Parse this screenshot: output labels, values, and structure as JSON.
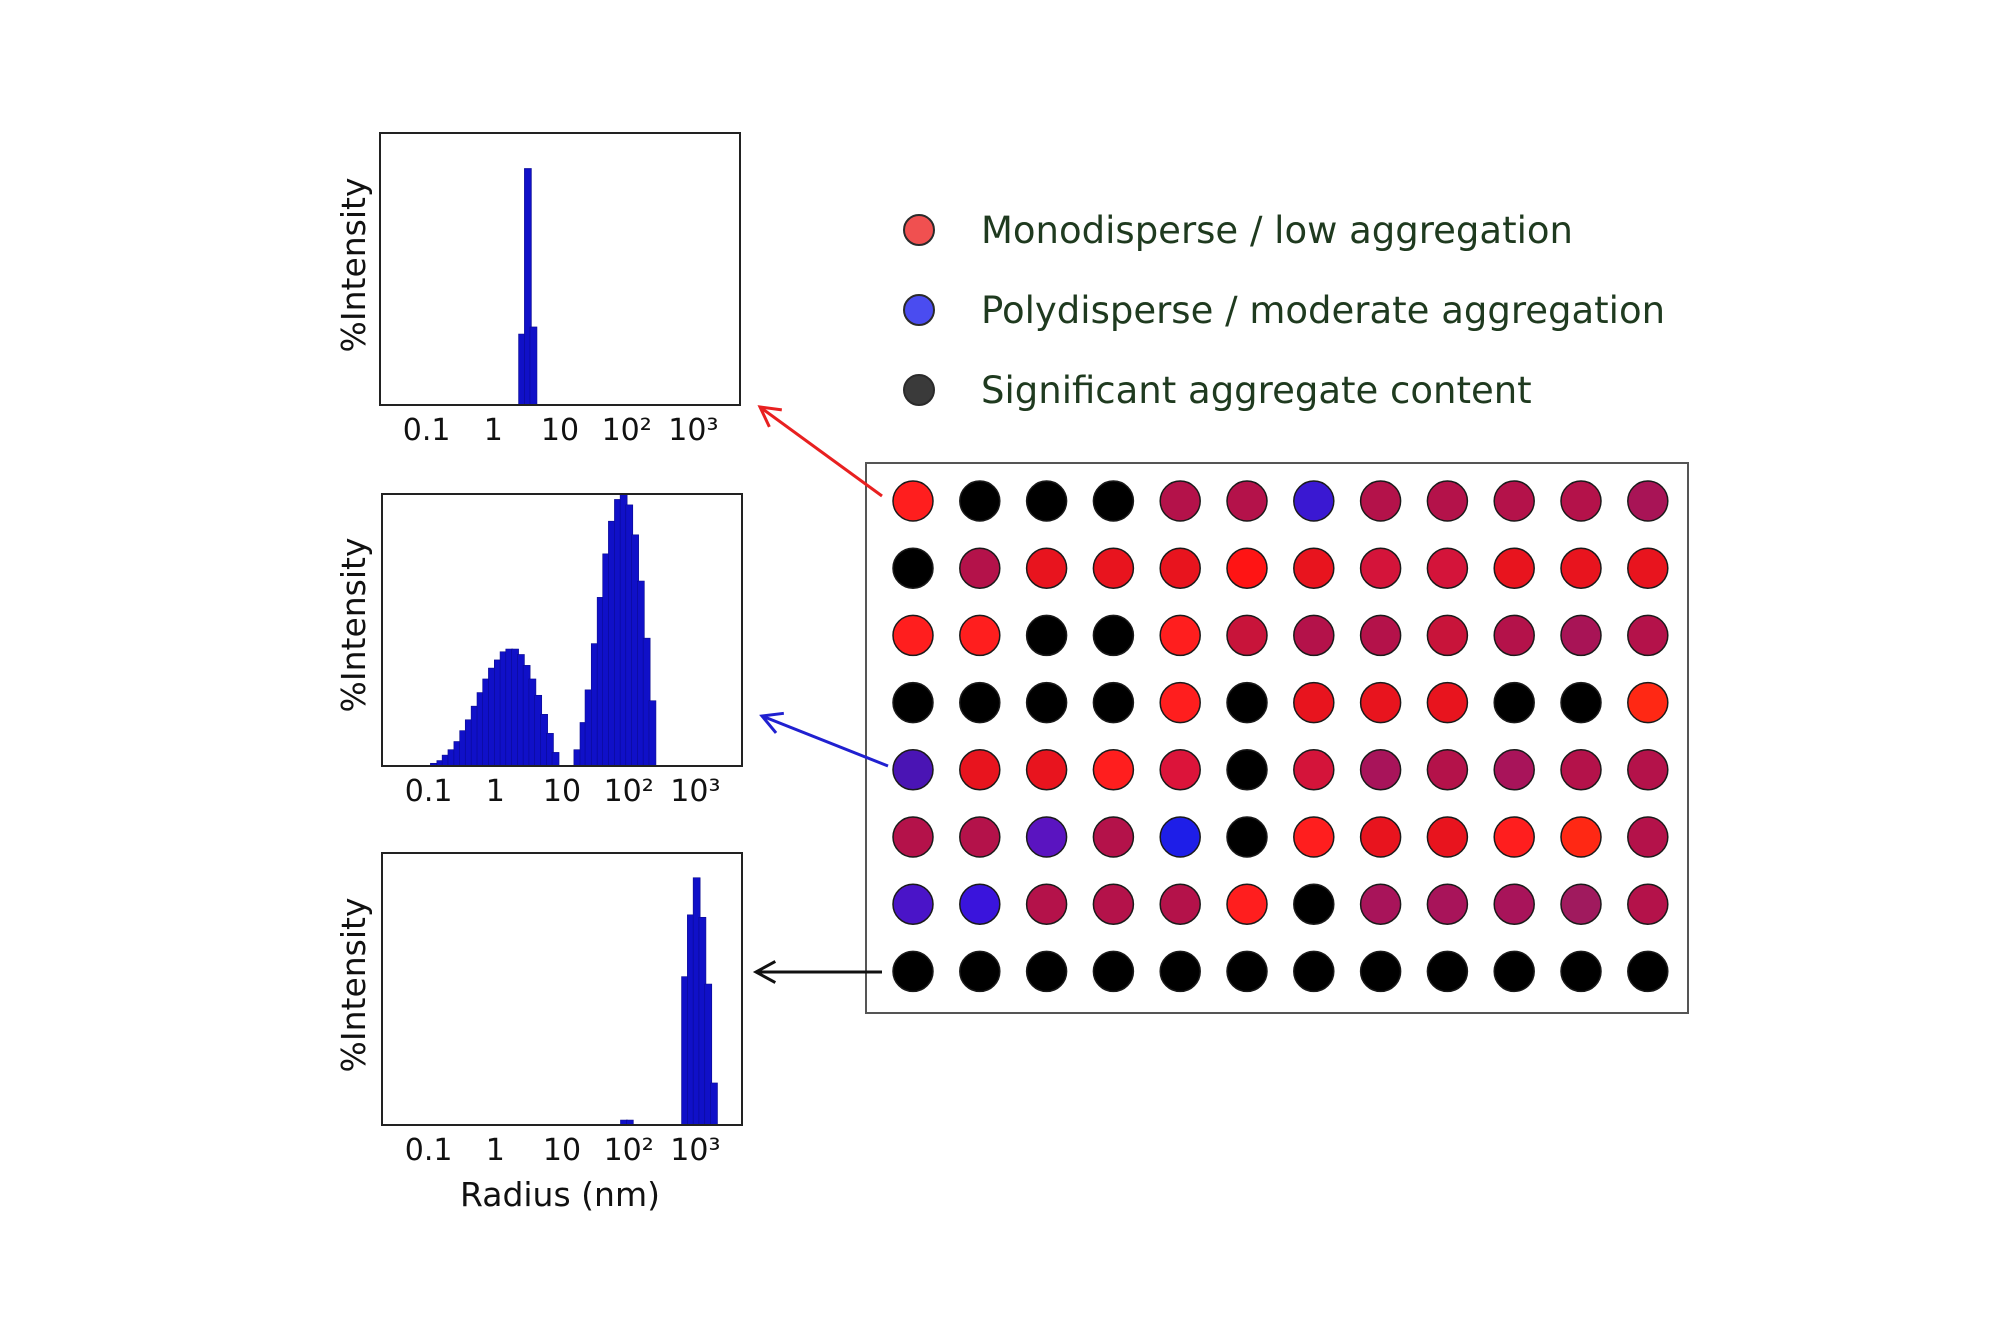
{
  "legend": {
    "mono": {
      "label": "Monodisperse / low aggregation",
      "color": "#f05050"
    },
    "poly": {
      "label": "Polydisperse / moderate aggregation",
      "color": "#4a4cf0"
    },
    "agg": {
      "label": "Significant aggregate content",
      "color": "#3a3a3a"
    }
  },
  "chart_data": [
    {
      "type": "bar",
      "ylabel": "%Intensity",
      "xlabel": "",
      "x_scale": "log",
      "xlim": [
        0.02,
        5000
      ],
      "xticks": [
        "0.1",
        "1",
        "10",
        "10²",
        "10³"
      ],
      "x_tick_values": [
        0.1,
        1,
        10,
        100,
        1000
      ],
      "bars": [
        {
          "x": 2.7,
          "value": 30
        },
        {
          "x": 3.3,
          "value": 100
        },
        {
          "x": 4.0,
          "value": 33
        }
      ],
      "ylim": [
        0,
        115
      ],
      "color": "#1010c8"
    },
    {
      "type": "bar",
      "ylabel": "%Intensity",
      "xlabel": "",
      "x_scale": "log",
      "xlim": [
        0.02,
        5000
      ],
      "xticks": [
        "0.1",
        "1",
        "10",
        "10²",
        "10³"
      ],
      "x_tick_values": [
        0.1,
        1,
        10,
        100,
        1000
      ],
      "bars": [
        {
          "x": 0.12,
          "value": 1
        },
        {
          "x": 0.15,
          "value": 2
        },
        {
          "x": 0.18,
          "value": 4
        },
        {
          "x": 0.22,
          "value": 6
        },
        {
          "x": 0.27,
          "value": 9
        },
        {
          "x": 0.33,
          "value": 13
        },
        {
          "x": 0.4,
          "value": 17
        },
        {
          "x": 0.49,
          "value": 22
        },
        {
          "x": 0.6,
          "value": 27
        },
        {
          "x": 0.73,
          "value": 32
        },
        {
          "x": 0.89,
          "value": 36
        },
        {
          "x": 1.09,
          "value": 39
        },
        {
          "x": 1.33,
          "value": 42
        },
        {
          "x": 1.62,
          "value": 43
        },
        {
          "x": 1.98,
          "value": 43
        },
        {
          "x": 2.42,
          "value": 41
        },
        {
          "x": 2.95,
          "value": 37
        },
        {
          "x": 3.6,
          "value": 32
        },
        {
          "x": 4.4,
          "value": 26
        },
        {
          "x": 5.4,
          "value": 19
        },
        {
          "x": 6.6,
          "value": 12
        },
        {
          "x": 8.0,
          "value": 5
        },
        {
          "x": 17,
          "value": 6
        },
        {
          "x": 21,
          "value": 16
        },
        {
          "x": 25,
          "value": 28
        },
        {
          "x": 31,
          "value": 45
        },
        {
          "x": 38,
          "value": 62
        },
        {
          "x": 46,
          "value": 78
        },
        {
          "x": 56,
          "value": 90
        },
        {
          "x": 69,
          "value": 98
        },
        {
          "x": 84,
          "value": 100
        },
        {
          "x": 102,
          "value": 96
        },
        {
          "x": 125,
          "value": 85
        },
        {
          "x": 152,
          "value": 68
        },
        {
          "x": 186,
          "value": 47
        },
        {
          "x": 227,
          "value": 24
        }
      ],
      "ylim": [
        0,
        100
      ],
      "color": "#1010c8"
    },
    {
      "type": "bar",
      "ylabel": "%Intensity",
      "xlabel": "Radius (nm)",
      "x_scale": "log",
      "xlim": [
        0.02,
        5000
      ],
      "xticks": [
        "0.1",
        "1",
        "10",
        "10²",
        "10³"
      ],
      "x_tick_values": [
        0.1,
        1,
        10,
        100,
        1000
      ],
      "bars": [
        {
          "x": 85,
          "value": 2
        },
        {
          "x": 104,
          "value": 2
        },
        {
          "x": 700,
          "value": 60
        },
        {
          "x": 855,
          "value": 85
        },
        {
          "x": 1045,
          "value": 100
        },
        {
          "x": 1275,
          "value": 84
        },
        {
          "x": 1560,
          "value": 57
        },
        {
          "x": 1900,
          "value": 17
        }
      ],
      "ylim": [
        0,
        110
      ],
      "color": "#1010c8"
    }
  ],
  "plate": {
    "rows": 8,
    "cols": 12,
    "wells": [
      [
        "#ff1e1e",
        "#000000",
        "#000000",
        "#000000",
        "#b4124a",
        "#b4124a",
        "#3a18d2",
        "#b4124a",
        "#b4124a",
        "#b4124a",
        "#b4124a",
        "#a81456"
      ],
      [
        "#000000",
        "#b4124a",
        "#e8141e",
        "#e8141e",
        "#e8141e",
        "#ff1414",
        "#e8141e",
        "#d4143a",
        "#d4143a",
        "#e8141e",
        "#e8141e",
        "#e8141e"
      ],
      [
        "#ff1e1e",
        "#ff1e1e",
        "#000000",
        "#000000",
        "#ff1e1e",
        "#c8143a",
        "#b4124a",
        "#b4124a",
        "#c8143a",
        "#b4124a",
        "#a81456",
        "#b4124a"
      ],
      [
        "#000000",
        "#000000",
        "#000000",
        "#000000",
        "#ff1e1e",
        "#000000",
        "#e8141e",
        "#e8141e",
        "#e8141e",
        "#000000",
        "#000000",
        "#ff2814"
      ],
      [
        "#4a14b4",
        "#e8141e",
        "#e8141e",
        "#ff1e1e",
        "#dc143a",
        "#000000",
        "#d4143a",
        "#a8145a",
        "#b4124a",
        "#a8145a",
        "#b4124a",
        "#b4124a"
      ],
      [
        "#b4124a",
        "#b4124a",
        "#5a14c0",
        "#b4124a",
        "#1e1ee8",
        "#000000",
        "#ff1e1e",
        "#e8141e",
        "#e8141e",
        "#ff1e1e",
        "#ff2814",
        "#b4124a"
      ],
      [
        "#4a14c8",
        "#3a14dc",
        "#b4124a",
        "#b4124a",
        "#b4124a",
        "#ff1e1e",
        "#000000",
        "#a8145a",
        "#a8145a",
        "#a8145a",
        "#a01a5e",
        "#b4124a"
      ],
      [
        "#000000",
        "#000000",
        "#000000",
        "#000000",
        "#000000",
        "#000000",
        "#000000",
        "#000000",
        "#000000",
        "#000000",
        "#000000",
        "#000000"
      ]
    ]
  },
  "arrows": {
    "mono": {
      "color": "#e82020"
    },
    "poly": {
      "color": "#2020d0"
    },
    "agg": {
      "color": "#111111"
    }
  }
}
